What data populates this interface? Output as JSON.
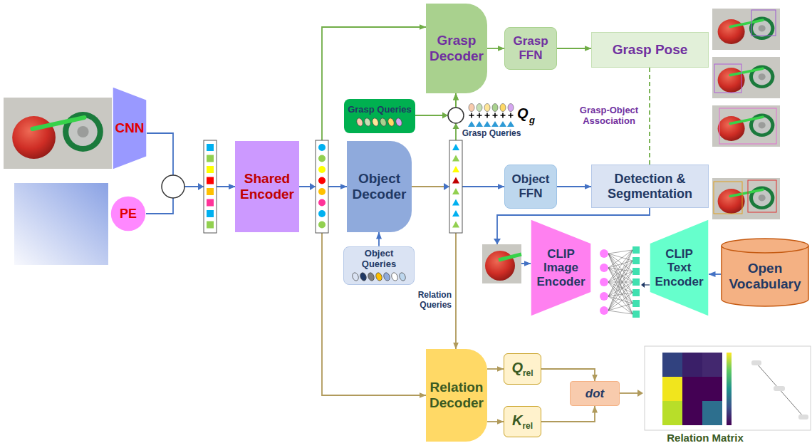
{
  "diagram": {
    "nodes": [
      {
        "text": [
          "CNN"
        ]
      },
      {
        "text": [
          "PE"
        ]
      },
      {
        "text": [
          "Shared Encoder"
        ]
      },
      {
        "text": [
          "Grasp Decoder"
        ]
      },
      {
        "text": [
          "Grasp FFN"
        ]
      },
      {
        "text": [
          "Grasp Pose"
        ]
      },
      {
        "text": [
          "Grasp Queries"
        ]
      },
      {
        "text": [
          "Object Decoder"
        ]
      },
      {
        "text": [
          "Object Queries"
        ]
      },
      {
        "text": [
          "Object FFN"
        ]
      },
      {
        "text": [
          "Detection & Segmentation"
        ]
      },
      {
        "text": [
          "CLIP Image Encoder"
        ]
      },
      {
        "text": [
          "CLIP Text Encoder"
        ]
      },
      {
        "text": [
          "Open Vocabulary"
        ]
      },
      {
        "text": [
          "Relation Decoder"
        ]
      },
      {
        "text": [
          "Q",
          "rel"
        ]
      },
      {
        "text": [
          "K",
          "rel"
        ]
      },
      {
        "text": [
          "dot"
        ]
      }
    ],
    "edges": [
      {
        "from": 0,
        "to": 2,
        "arrow": "to"
      },
      {
        "from": 1,
        "to": 2,
        "arrow": "to"
      },
      {
        "from": 2,
        "to": 3,
        "arrow": "to"
      },
      {
        "from": 2,
        "to": 14,
        "arrow": "to"
      },
      {
        "from": 2,
        "to": 7,
        "arrow": "to"
      },
      {
        "from": 6,
        "to": 3,
        "arrow": "to"
      },
      {
        "from": 7,
        "to": 3,
        "arrow": "to"
      },
      {
        "from": 8,
        "to": 7,
        "arrow": "to"
      },
      {
        "from": 7,
        "to": 9,
        "arrow": "to"
      },
      {
        "from": 7,
        "to": 14,
        "arrow": "to"
      },
      {
        "from": 3,
        "to": 4,
        "arrow": "to"
      },
      {
        "from": 4,
        "to": 5,
        "arrow": "to"
      },
      {
        "from": 9,
        "to": 10,
        "arrow": "to"
      },
      {
        "from": 5,
        "to": 10,
        "arrow": "none",
        "label": "Grasp-Object Association"
      },
      {
        "from": 10,
        "to": 11,
        "arrow": "to"
      },
      {
        "from": 13,
        "to": 12,
        "arrow": "to"
      },
      {
        "from": 14,
        "to": 15,
        "arrow": "to"
      },
      {
        "from": 14,
        "to": 16,
        "arrow": "to"
      },
      {
        "from": 15,
        "to": 17,
        "arrow": "to"
      },
      {
        "from": 16,
        "to": 17,
        "arrow": "to"
      }
    ],
    "labels": [
      "Q",
      "g",
      "Grasp Queries",
      "Relation Queries",
      "Relation Matrix"
    ]
  }
}
